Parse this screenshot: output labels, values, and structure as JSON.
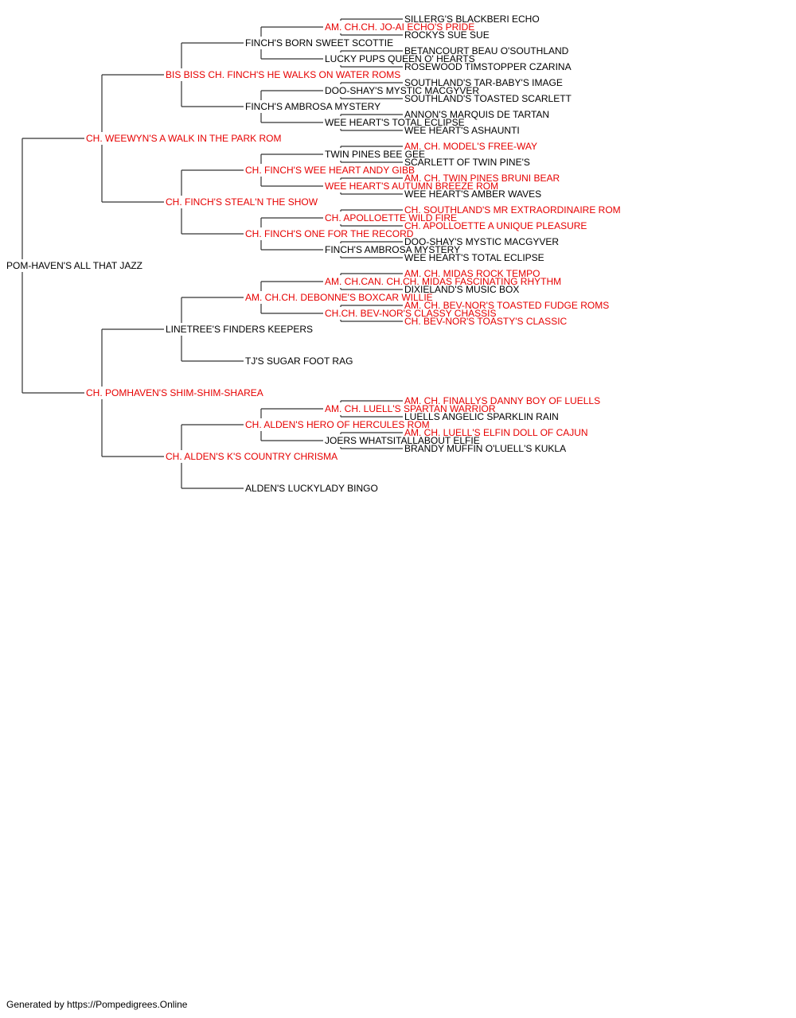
{
  "colors": {
    "champion": "#e60000",
    "normal": "#000000",
    "line": "#333333"
  },
  "footer": "Generated by https://Pompedigrees.Online",
  "pedigree": {
    "name": "POM-HAVEN'S ALL THAT JAZZ",
    "champion": false,
    "sire": {
      "name": "CH. WEEWYN'S A WALK IN THE PARK ROM",
      "champion": true,
      "sire": {
        "name": "BIS BISS CH. FINCH'S HE WALKS ON WATER ROMS",
        "champion": true,
        "sire": {
          "name": "FINCH'S BORN SWEET SCOTTIE",
          "champion": false,
          "sire": {
            "name": "AM. CH.CH. JO-AI ECHO'S PRIDE",
            "champion": true,
            "sire": {
              "name": "SILLERG'S BLACKBERI ECHO",
              "champion": false
            },
            "dam": {
              "name": "ROCKYS SUE SUE",
              "champion": false
            }
          },
          "dam": {
            "name": "LUCKY PUPS QUEEN O' HEARTS",
            "champion": false,
            "sire": {
              "name": "BETANCOURT BEAU O'SOUTHLAND",
              "champion": false
            },
            "dam": {
              "name": "ROSEWOOD TIMSTOPPER CZARINA",
              "champion": false
            }
          }
        },
        "dam": {
          "name": "FINCH'S AMBROSA MYSTERY",
          "champion": false,
          "sire": {
            "name": "DOO-SHAY'S MYSTIC MACGYVER",
            "champion": false,
            "sire": {
              "name": "SOUTHLAND'S TAR-BABY'S IMAGE",
              "champion": false
            },
            "dam": {
              "name": "SOUTHLAND'S TOASTED SCARLETT",
              "champion": false
            }
          },
          "dam": {
            "name": "WEE HEART'S TOTAL ECLIPSE",
            "champion": false,
            "sire": {
              "name": "ANNON'S MARQUIS DE TARTAN",
              "champion": false
            },
            "dam": {
              "name": "WEE HEART'S ASHAUNTI",
              "champion": false
            }
          }
        }
      },
      "dam": {
        "name": "CH. FINCH'S STEAL'N THE SHOW",
        "champion": true,
        "sire": {
          "name": "CH. FINCH'S WEE HEART ANDY GIBB",
          "champion": true,
          "sire": {
            "name": "TWIN PINES BEE GEE",
            "champion": false,
            "sire": {
              "name": "AM. CH. MODEL'S FREE-WAY",
              "champion": true
            },
            "dam": {
              "name": "SCARLETT OF TWIN PINE'S",
              "champion": false
            }
          },
          "dam": {
            "name": "WEE HEART'S AUTUMN BREEZE ROM",
            "champion": true,
            "sire": {
              "name": "AM. CH. TWIN PINES BRUNI BEAR",
              "champion": true
            },
            "dam": {
              "name": "WEE HEART'S AMBER WAVES",
              "champion": false
            }
          }
        },
        "dam": {
          "name": "CH. FINCH'S ONE FOR THE RECORD",
          "champion": true,
          "sire": {
            "name": "CH. APOLLOETTE WILD FIRE",
            "champion": true,
            "sire": {
              "name": "CH. SOUTHLAND'S MR EXTRAORDINAIRE ROM",
              "champion": true
            },
            "dam": {
              "name": "CH. APOLLOETTE A UNIQUE PLEASURE",
              "champion": true
            }
          },
          "dam": {
            "name": "FINCH'S AMBROSA MYSTERY",
            "champion": false,
            "sire": {
              "name": "DOO-SHAY'S MYSTIC MACGYVER",
              "champion": false
            },
            "dam": {
              "name": "WEE HEART'S TOTAL ECLIPSE",
              "champion": false
            }
          }
        }
      }
    },
    "dam": {
      "name": "CH. POMHAVEN'S SHIM-SHIM-SHAREA",
      "champion": true,
      "sire": {
        "name": "LINETREE'S FINDERS KEEPERS",
        "champion": false,
        "sire": {
          "name": "AM. CH.CH. DEBONNE'S BOXCAR WILLIE",
          "champion": true,
          "sire": {
            "name": "AM. CH.CAN. CH.CH. MIDAS FASCINATING RHYTHM",
            "champion": true,
            "sire": {
              "name": "AM. CH. MIDAS ROCK TEMPO",
              "champion": true
            },
            "dam": {
              "name": "DIXIELAND'S MUSIC BOX",
              "champion": false
            }
          },
          "dam": {
            "name": "CH.CH. BEV-NOR'S CLASSY CHASSIS",
            "champion": true,
            "sire": {
              "name": "AM. CH. BEV-NOR'S TOASTED FUDGE ROMS",
              "champion": true
            },
            "dam": {
              "name": "CH. BEV-NOR'S TOASTY'S CLASSIC",
              "champion": true
            }
          }
        },
        "dam": {
          "name": "TJ'S SUGAR FOOT RAG",
          "champion": false
        }
      },
      "dam": {
        "name": "CH. ALDEN'S K'S COUNTRY CHRISMA",
        "champion": true,
        "sire": {
          "name": "CH. ALDEN'S HERO OF HERCULES ROM",
          "champion": true,
          "sire": {
            "name": "AM. CH. LUELL'S SPARTAN WARRIOR",
            "champion": true,
            "sire": {
              "name": "AM. CH. FINALLYS DANNY BOY OF LUELLS",
              "champion": true
            },
            "dam": {
              "name": "LUELLS ANGELIC SPARKLIN RAIN",
              "champion": false
            }
          },
          "dam": {
            "name": "JOERS WHATSITALLABOUT ELFIE",
            "champion": false,
            "sire": {
              "name": "AM. CH. LUELL'S ELFIN DOLL OF CAJUN",
              "champion": true
            },
            "dam": {
              "name": "BRANDY MUFFIN O'LUELL'S KUKLA",
              "champion": false
            }
          }
        },
        "dam": {
          "name": "ALDEN'S LUCKYLADY BINGO",
          "champion": false
        }
      }
    }
  }
}
